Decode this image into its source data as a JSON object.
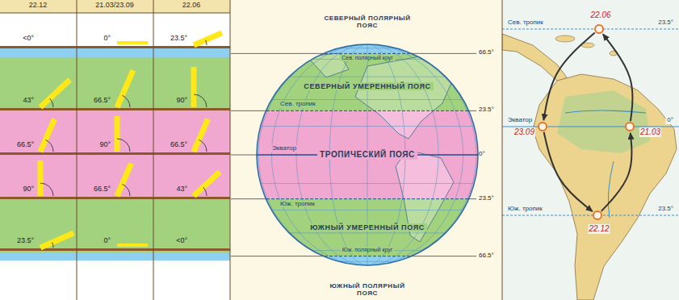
{
  "diagram": {
    "nodes": [
      {
        "text": [
          "СЕВЕРНЫЙ ПОЛЯРНЫЙ ПОЯС"
        ]
      },
      {
        "text": [
          "СЕВЕРНЫЙ УМЕРЕННЫЙ ПОЯС"
        ]
      },
      {
        "text": [
          "ТРОПИЧЕСКИЙ ПОЯС"
        ]
      },
      {
        "text": [
          "ЮЖНЫЙ УМЕРЕННЫЙ ПОЯС"
        ]
      },
      {
        "text": [
          "ЮЖНЫЙ ПОЛЯРНЫЙ ПОЯС"
        ]
      },
      {
        "text": [
          "22.06"
        ]
      },
      {
        "text": [
          "23.09"
        ]
      },
      {
        "text": [
          "21.03"
        ]
      },
      {
        "text": [
          "22.12"
        ]
      }
    ],
    "edges": [
      {
        "from": 7,
        "to": 5,
        "arrow": "to"
      },
      {
        "from": 5,
        "to": 6,
        "arrow": "to"
      },
      {
        "from": 6,
        "to": 8,
        "arrow": "to"
      },
      {
        "from": 8,
        "to": 7,
        "arrow": "to"
      }
    ],
    "labels": [
      "22.12",
      "21.03/23.09",
      "22.06",
      "<0°",
      "0°",
      "23.5°",
      "43°",
      "66.5°",
      "90°",
      "66.5°",
      "90°",
      "66.5°",
      "90°",
      "66.5°",
      "43°",
      "23.5°",
      "0°",
      "<0°",
      "Сев. полярный круг",
      "Сев. тропик",
      "Экватор",
      "Юж. тропик",
      "Юж. полярный круг",
      "66.5°",
      "23.5°",
      "0°",
      "23.5°",
      "66.5°",
      "Сев. тропик",
      "Экватор",
      "Юж. тропик",
      "23.5°",
      "0°",
      "23.5°"
    ]
  }
}
